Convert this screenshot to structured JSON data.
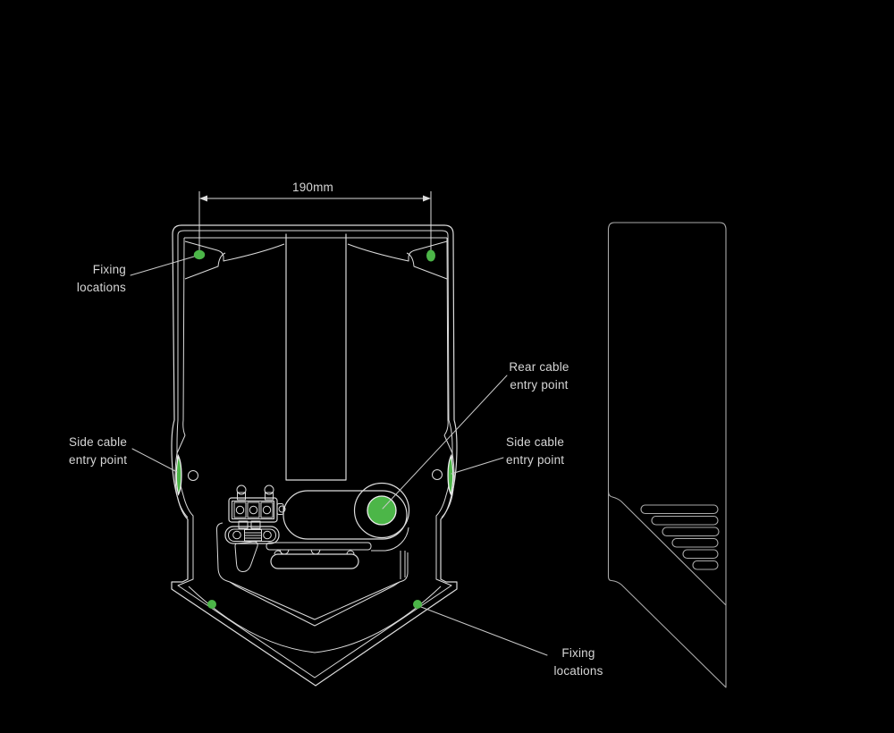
{
  "colors": {
    "background": "#000000",
    "front_line": "#dcdcdc",
    "side_line": "#a9a9a9",
    "green": "#4cb648",
    "label_text": "#d6d6d6",
    "leader": "#c9c9c9"
  },
  "dimension": {
    "label": "190mm"
  },
  "labels": {
    "fixing_top": {
      "line1": "Fixing",
      "line2": "locations"
    },
    "side_cable_left": {
      "line1": "Side cable",
      "line2": "entry point"
    },
    "rear_cable": {
      "line1": "Rear cable",
      "line2": "entry point"
    },
    "side_cable_right": {
      "line1": "Side cable",
      "line2": "entry point"
    },
    "fixing_bottom": {
      "line1": "Fixing",
      "line2": "locations"
    }
  },
  "features": {
    "fixing_dot_count": 4,
    "side_cable_entry_count": 2,
    "rear_cable_entry_count": 1,
    "vent_slot_count": 6
  }
}
